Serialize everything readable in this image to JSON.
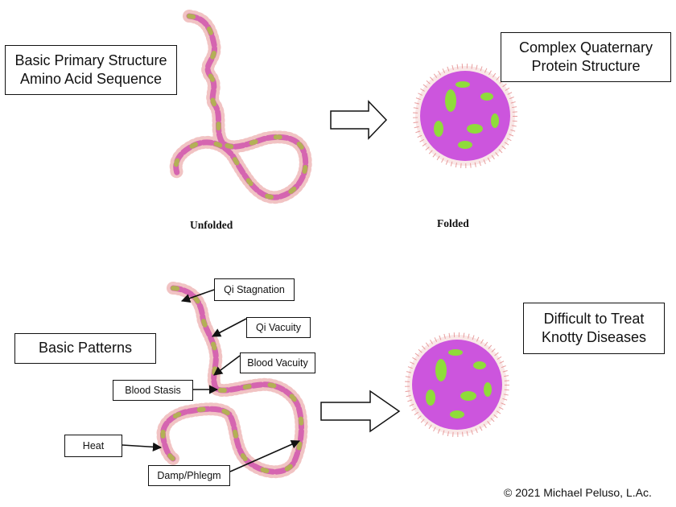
{
  "colors": {
    "helix": "#cc55dd",
    "segment": "#8fdc3a",
    "atom": "#e07a7a",
    "arrow": "#111111",
    "box_border": "#111111"
  },
  "top_section": {
    "left_box": {
      "line1": "Basic Primary Structure",
      "line2": "Amino Acid Sequence"
    },
    "right_box": {
      "line1": "Complex Quaternary",
      "line2": "Protein Structure"
    },
    "caption_left": "Unfolded",
    "caption_right": "Folded"
  },
  "bottom_section": {
    "left_box": {
      "line1": "Basic Patterns"
    },
    "right_box": {
      "line1": "Difficult to Treat",
      "line2": "Knotty Diseases"
    },
    "labels": [
      "Qi Stagnation",
      "Qi Vacuity",
      "Blood Vacuity",
      "Blood Stasis",
      "Heat",
      "Damp/Phlegm"
    ]
  },
  "icons": [
    "protein-chain-icon",
    "folded-protein-icon",
    "hollow-arrow-icon"
  ],
  "copyright": "© 2021 Michael Peluso, L.Ac."
}
